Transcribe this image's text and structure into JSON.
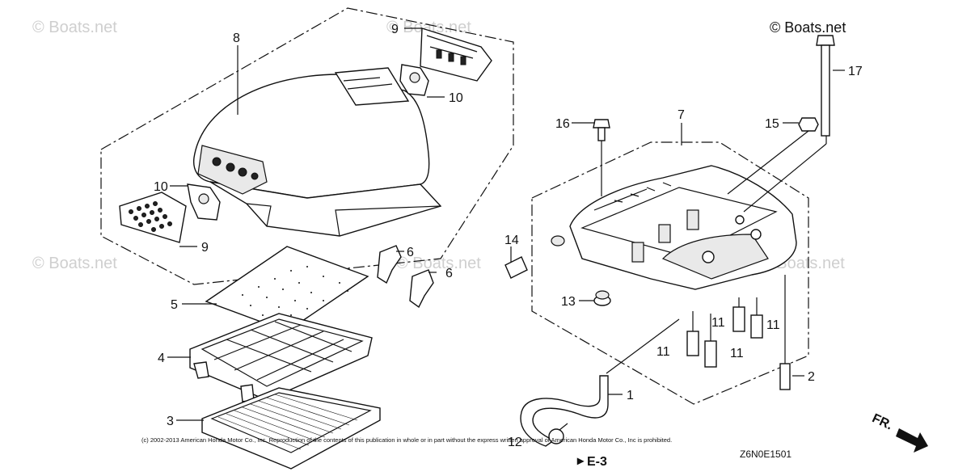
{
  "watermarks": {
    "top_left": "© Boats.net",
    "top_center": "© Boats.net",
    "mid_left": "© Boats.net",
    "mid_center": "© Boats.net",
    "mid_right": "© Boats.net"
  },
  "copyright_badge": "© Boats.net",
  "legal_notice": "(c) 2002-2013 American Honda Motor Co., Inc. Reproduction of the contents of this publication in whole or in part without the express written approval of American Honda Motor Co., Inc is prohibited.",
  "reference_code": "E-3",
  "diagram_code": "Z6N0E1501",
  "front_indicator": "FR.",
  "callouts": {
    "c1": "1",
    "c2": "2",
    "c3": "3",
    "c4": "4",
    "c5": "5",
    "c6a": "6",
    "c6b": "6",
    "c7": "7",
    "c8": "8",
    "c9a": "9",
    "c9b": "9",
    "c10a": "10",
    "c10b": "10",
    "c11a": "11",
    "c11b": "11",
    "c11c": "11",
    "c11d": "11",
    "c12": "12",
    "c13": "13",
    "c14": "14",
    "c15": "15",
    "c16": "16",
    "c17": "17"
  }
}
